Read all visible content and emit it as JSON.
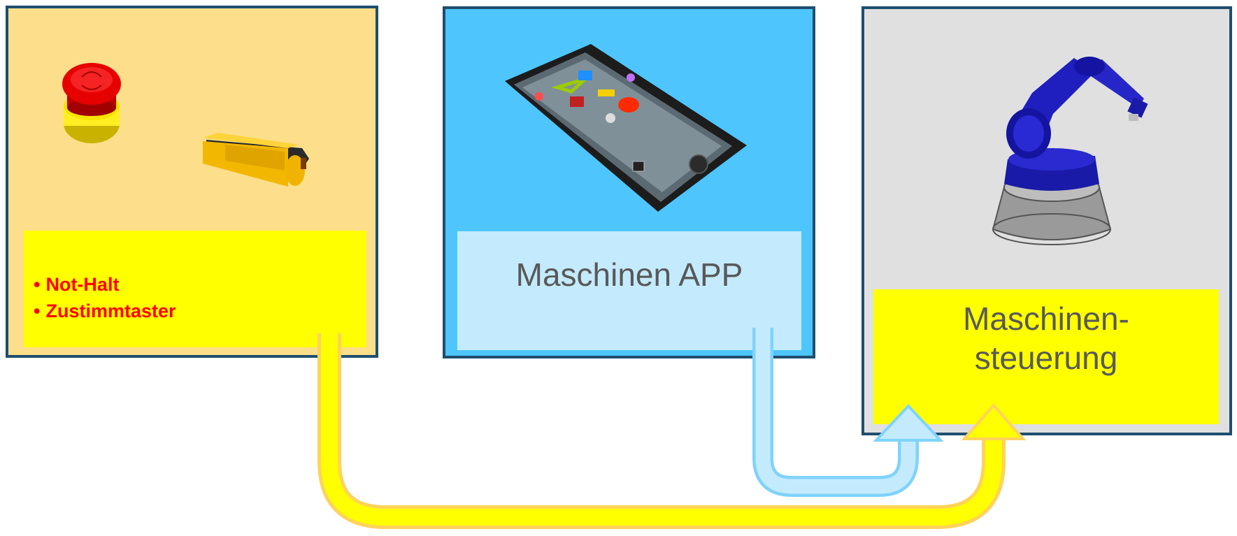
{
  "left_panel": {
    "items": [
      "Not-Halt",
      "Zustimmtaster"
    ]
  },
  "middle_panel": {
    "label": "Maschinen APP"
  },
  "right_panel": {
    "label_line1": "Maschinen-",
    "label_line2": "steuerung"
  },
  "colors": {
    "left_panel_bg": "#fdde8a",
    "middle_panel_bg": "#4ec6fd",
    "right_panel_bg": "#e0e0e0",
    "highlight_yellow": "#ffff00",
    "light_blue": "#c4ebfd",
    "border": "#1f4e6e",
    "safety_text": "#ff0000",
    "label_text": "#595959"
  },
  "icons": [
    "emergency-stop-icon",
    "enabling-switch-icon",
    "smartphone-icon",
    "robot-arm-icon"
  ]
}
